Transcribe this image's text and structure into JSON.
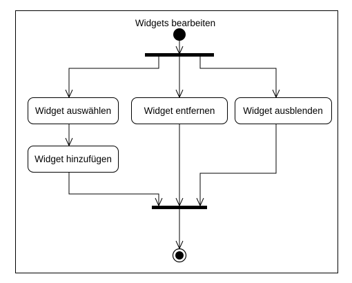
{
  "diagram": {
    "title": "Widgets bearbeiten",
    "actions": {
      "select": "Widget auswählen",
      "remove": "Widget entfernen",
      "hide": "Widget ausblenden",
      "add": "Widget hinzufügen"
    }
  }
}
